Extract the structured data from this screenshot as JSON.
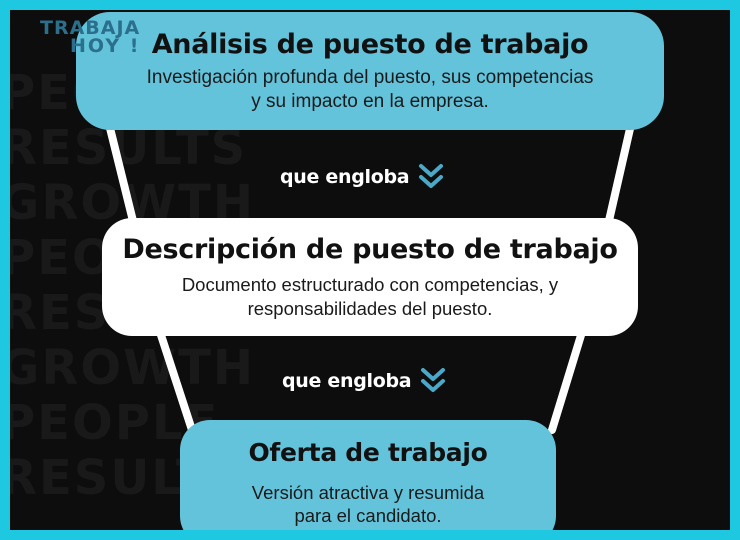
{
  "logo": {
    "line1": "TRABAJA",
    "line2": "HOY !"
  },
  "boxes": [
    {
      "title": "Análisis de puesto de trabajo",
      "description_line1": "Investigación profunda del puesto, sus competencias",
      "description_line2": "y su impacto en la empresa."
    },
    {
      "title": "Descripción de puesto de trabajo",
      "description_line1": "Documento estructurado con competencias, y",
      "description_line2": "responsabilidades del puesto."
    },
    {
      "title": "Oferta de trabajo",
      "description_line1": "Versión atractiva y resumida",
      "description_line2": "para el candidato."
    }
  ],
  "connectors": [
    {
      "label": "que engloba",
      "icon": "double-chevron-down-icon"
    },
    {
      "label": "que engloba",
      "icon": "double-chevron-down-icon"
    }
  ],
  "background_words": [
    "PEOPLE",
    "RESULTS",
    "GROWTH"
  ],
  "colors": {
    "background": "#0d0d0d",
    "border": "#1ec8e0",
    "box_blue": "#62c3db",
    "box_white": "#ffffff",
    "chevron": "#4aa8c8",
    "text_dark": "#111111",
    "text_light": "#ffffff"
  }
}
